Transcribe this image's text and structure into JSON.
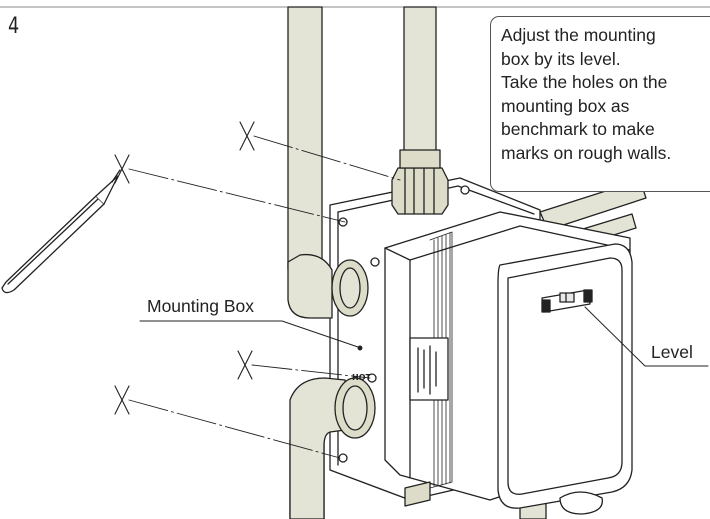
{
  "step": {
    "number": "4"
  },
  "callout": {
    "lines": [
      "Adjust the mounting",
      "box by its level.",
      "Take the holes on the",
      "mounting box as",
      "benchmark to make",
      "marks on rough walls."
    ]
  },
  "labels": {
    "mounting_box": "Mounting Box",
    "level": "Level",
    "inlet_marking": "HOT"
  },
  "colors": {
    "line": "#222222",
    "pipe_fill": "#e4e4d6",
    "cap_fill": "#dcdcc8",
    "box_fill": "#ffffff"
  },
  "icons": [
    "pencil-icon",
    "cross-mark-icon",
    "bubble-level-icon",
    "pipe-elbow-icon"
  ]
}
